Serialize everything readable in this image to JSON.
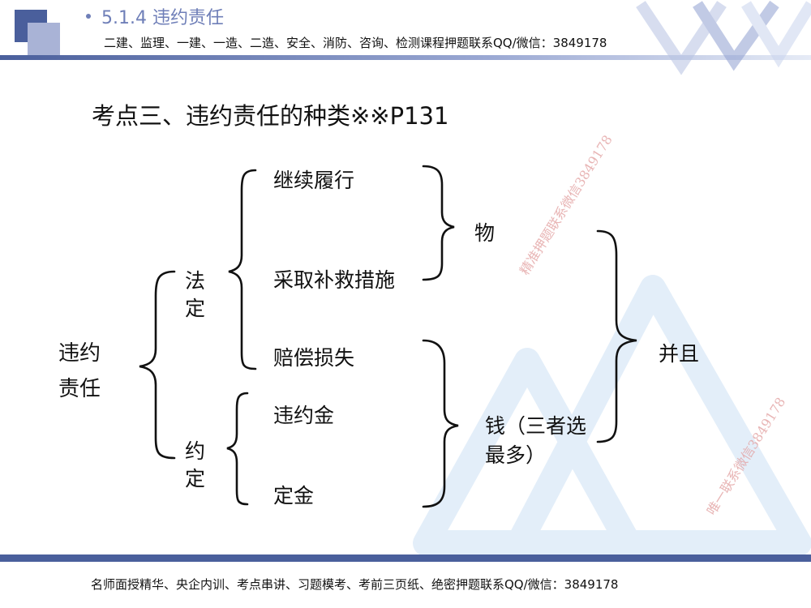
{
  "header": {
    "section_title": "5.1.4 违约责任",
    "promo_text": "二建、监理、一建、一造、二造、安全、消防、咨询、检测课程押题联系QQ/微信：3849178"
  },
  "slide": {
    "title": "考点三、违约责任的种类※※P131",
    "root": "违约责任",
    "branch_statutory": "法定",
    "branch_agreed": "约定",
    "items": {
      "continue_performance": "继续履行",
      "remedial_measures": "采取补救措施",
      "compensate_losses": "赔偿损失",
      "liquidated_damages": "违约金",
      "deposit": "定金"
    },
    "group_goods": "物",
    "group_money": "钱（三者选最多）",
    "combine": "并且"
  },
  "watermarks": {
    "upper": "精准押题联系微信3849178",
    "lower": "唯一联系微信3849178"
  },
  "footer": {
    "promo_text": "名师面授精华、央企内训、考点串讲、习题模考、考前三页纸、绝密押题联系QQ/微信：3849178"
  },
  "colors": {
    "accent": "#4a5f9c",
    "section_title": "#6f7fb8",
    "triangle": "#e3eef9",
    "watermark": "#e3a3a3"
  }
}
